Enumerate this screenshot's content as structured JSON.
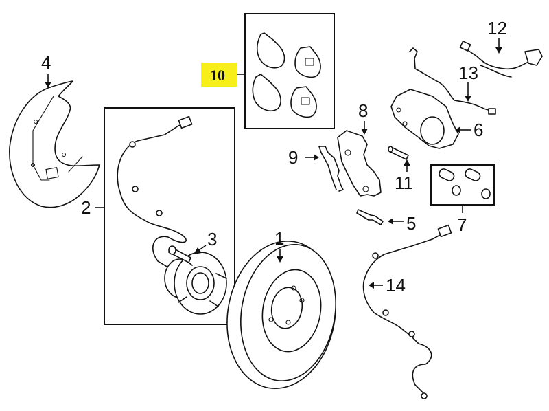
{
  "diagram": {
    "type": "exploded-parts-diagram",
    "subject": "front brake assembly",
    "highlight_color": "#f7ef1a",
    "callouts": [
      {
        "id": "1",
        "part": "brake-rotor",
        "highlighted": false
      },
      {
        "id": "2",
        "part": "hub-and-bearing-assembly",
        "highlighted": false
      },
      {
        "id": "3",
        "part": "wheel-stud",
        "highlighted": false
      },
      {
        "id": "4",
        "part": "splash-shield",
        "highlighted": false
      },
      {
        "id": "5",
        "part": "caliper-bolt",
        "highlighted": false
      },
      {
        "id": "6",
        "part": "brake-caliper",
        "highlighted": false
      },
      {
        "id": "7",
        "part": "guide-pin-boot-kit",
        "highlighted": false
      },
      {
        "id": "8",
        "part": "caliper-bracket",
        "highlighted": false
      },
      {
        "id": "9",
        "part": "anti-rattle-clip",
        "highlighted": false
      },
      {
        "id": "10",
        "part": "brake-pads",
        "highlighted": true
      },
      {
        "id": "11",
        "part": "guide-pin",
        "highlighted": false
      },
      {
        "id": "12",
        "part": "wiring-harness",
        "highlighted": false
      },
      {
        "id": "13",
        "part": "pad-wear-sensor",
        "highlighted": false
      },
      {
        "id": "14",
        "part": "abs-wheel-speed-sensor",
        "highlighted": false
      }
    ]
  }
}
